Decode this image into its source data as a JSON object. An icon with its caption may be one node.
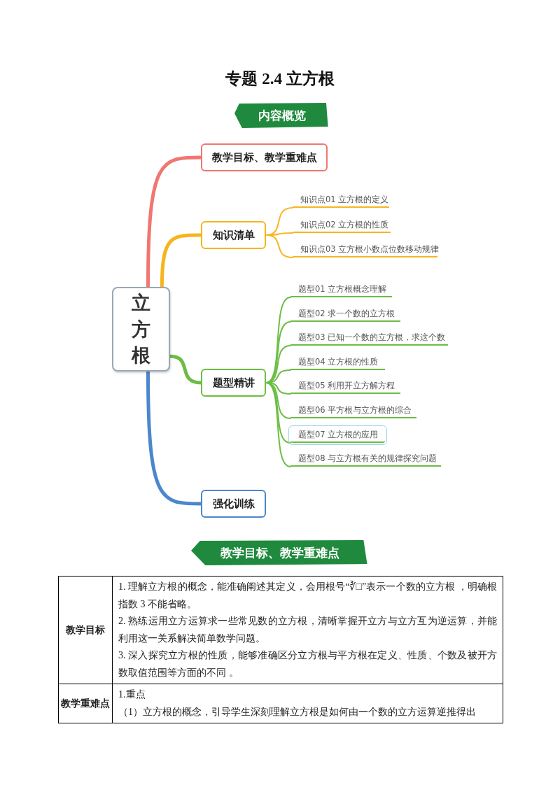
{
  "diagram": {
    "title": "专题 2.4 立方根",
    "nodes": [
      {
        "text": [
          "内容概览"
        ]
      },
      {
        "text": [
          "立方根"
        ]
      },
      {
        "text": [
          "教学目标、教学重难点"
        ]
      },
      {
        "text": [
          "知识清单"
        ]
      },
      {
        "text": [
          "知识点01 立方根的定义"
        ]
      },
      {
        "text": [
          "知识点02 立方根的性质"
        ]
      },
      {
        "text": [
          "知识点03 立方根小数点位数移动规律"
        ]
      },
      {
        "text": [
          "题型精讲"
        ]
      },
      {
        "text": [
          "题型01 立方根概念理解"
        ]
      },
      {
        "text": [
          "题型02 求一个数的立方根"
        ]
      },
      {
        "text": [
          "题型03 已知一个数的立方根，求这个数"
        ]
      },
      {
        "text": [
          "题型04 立方根的性质"
        ]
      },
      {
        "text": [
          "题型05 利用开立方解方程"
        ]
      },
      {
        "text": [
          "题型06 平方根与立方根的综合"
        ]
      },
      {
        "text": [
          "题型07 立方根的应用"
        ]
      },
      {
        "text": [
          "题型08 与立方根有关的规律探究问题"
        ]
      },
      {
        "text": [
          "强化训练"
        ]
      },
      {
        "text": [
          "教学目标、教学重难点"
        ]
      }
    ],
    "edges": [
      {
        "from": 1,
        "to": 2,
        "arrow": "none",
        "style": "thick",
        "color": "#f0776f"
      },
      {
        "from": 1,
        "to": 3,
        "arrow": "none",
        "style": "thick",
        "color": "#f6b51e"
      },
      {
        "from": 1,
        "to": 7,
        "arrow": "none",
        "style": "thick"
      },
      {
        "from": 1,
        "to": 16,
        "arrow": "none",
        "style": "thick",
        "color": "#4b87cc"
      },
      {
        "from": 3,
        "to": 4,
        "arrow": "none",
        "color": "#f6b51e"
      },
      {
        "from": 3,
        "to": 5,
        "arrow": "none",
        "color": "#f6b51e"
      },
      {
        "from": 3,
        "to": 6,
        "arrow": "none",
        "color": "#f6b51e"
      },
      {
        "from": 7,
        "to": 8,
        "arrow": "none"
      },
      {
        "from": 7,
        "to": 9,
        "arrow": "none"
      },
      {
        "from": 7,
        "to": 10,
        "arrow": "none"
      },
      {
        "from": 7,
        "to": 11,
        "arrow": "none"
      },
      {
        "from": 7,
        "to": 12,
        "arrow": "none"
      },
      {
        "from": 7,
        "to": 13,
        "arrow": "none"
      },
      {
        "from": 7,
        "to": 14,
        "arrow": "none"
      },
      {
        "from": 7,
        "to": 15,
        "arrow": "none"
      }
    ],
    "labels": [
      "教学目标",
      "1. 理解立方根的概念，能准确阐述其定义，会用根号“∛□”表示一个数的立方根 ，明确根指数 3 不能省略。",
      "2. 熟练运用立方运算求一些常见数的立方根，清晰掌握开立方与立方互为逆运算，并能利用这一关系解决简单数学问题。",
      "3. 深入探究立方根的性质，能够准确区分立方根与平方根在定义、性质、个数及被开方数取值范围等方面的不同 。",
      "教学重难点",
      "1.重点",
      "（1）立方根的概念，引导学生深刻理解立方根是如何由一个数的立方运算逆推得出"
    ]
  }
}
